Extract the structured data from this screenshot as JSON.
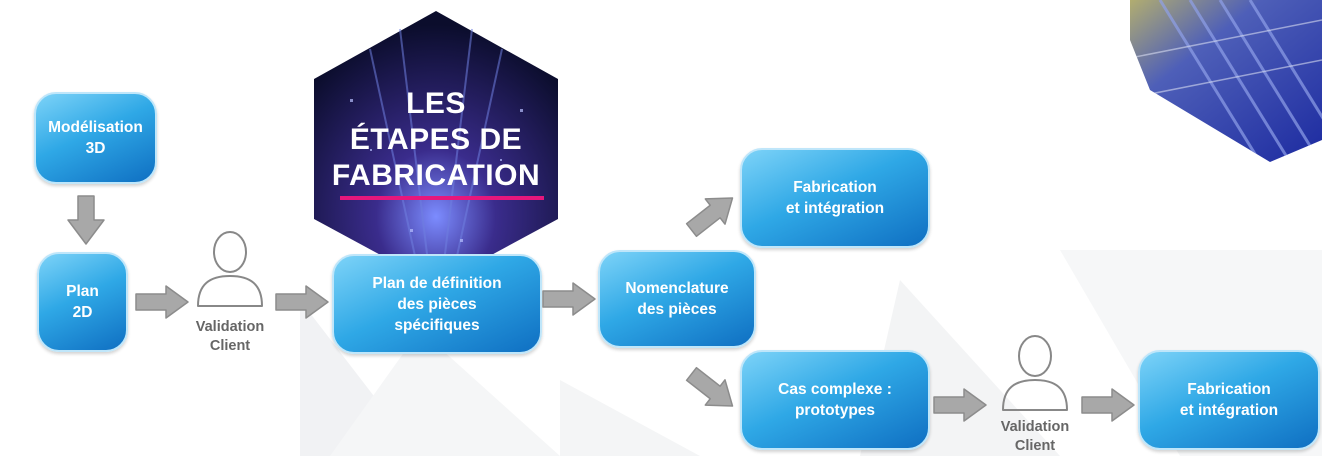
{
  "header": {
    "title_lines": [
      "LES",
      "ÉTAPES DE",
      "FABRICATION"
    ],
    "accent_color": "#e6177c"
  },
  "steps": {
    "modelisation": [
      "Modélisation",
      "3D"
    ],
    "plan_2d": [
      "Plan",
      "2D"
    ],
    "plan_definition": [
      "Plan de définition",
      "des pièces",
      "spécifiques"
    ],
    "nomenclature": [
      "Nomenclature",
      "des pièces"
    ],
    "fabrication_top": [
      "Fabrication",
      "et intégration"
    ],
    "cas_complexe": [
      "Cas complexe :",
      "prototypes"
    ],
    "fabrication_bottom": [
      "Fabrication",
      "et intégration"
    ]
  },
  "validations": {
    "first": [
      "Validation",
      "Client"
    ],
    "second": [
      "Validation",
      "Client"
    ]
  },
  "icons": {
    "person": "person-outline-icon",
    "arrow": "gray-arrow-icon"
  },
  "colors": {
    "box_gradient_start": "#7dd3f8",
    "box_gradient_end": "#0f6fc2",
    "arrow_gray": "#a8a8a8",
    "label_gray": "#666666"
  }
}
